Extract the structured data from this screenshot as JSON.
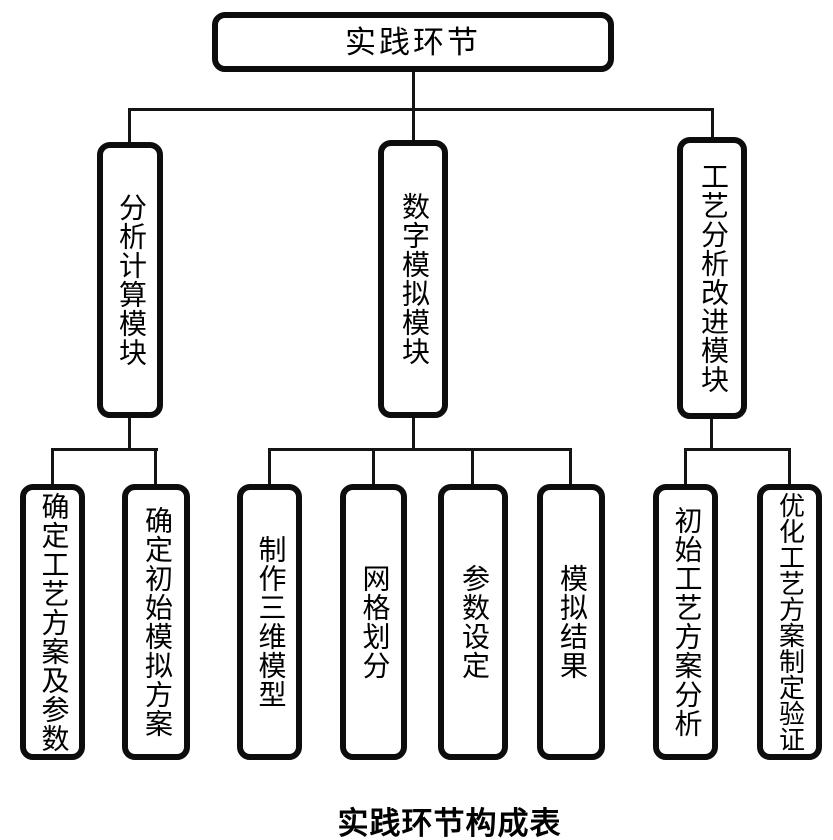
{
  "diagram": {
    "root": {
      "label": "实践环节"
    },
    "branches": [
      {
        "label": "分析计算模块",
        "children": [
          "确定工艺方案及参数",
          "确定初始模拟方案"
        ]
      },
      {
        "label": "数字模拟模块",
        "children": [
          "制作三维模型",
          "网格划分",
          "参数设定",
          "模拟结果"
        ]
      },
      {
        "label": "工艺分析改进模块",
        "children": [
          "初始工艺方案分析",
          "优化工艺方案制定验证"
        ]
      }
    ],
    "caption": "实践环节构成表",
    "colors": {
      "line": "#141414",
      "border": "#0d0d0d",
      "background": "#ffffff",
      "text": "#000000"
    }
  }
}
